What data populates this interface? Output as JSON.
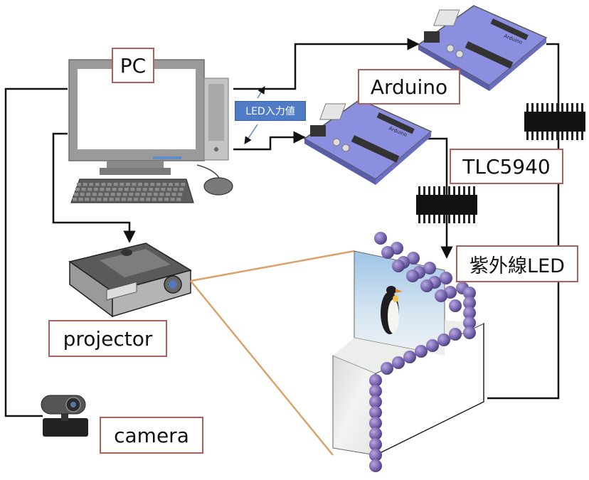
{
  "labels": {
    "pc": "PC",
    "arduino": "Arduino",
    "tlc": "TLC5940",
    "uv_led": "紫外線LED",
    "projector": "projector",
    "camera": "camera",
    "led_input": "LED入力値"
  },
  "board_text": "Arduino",
  "colors": {
    "wire": "#111111",
    "label_border": "#b0605a",
    "led_input_bg": "#4f7cc4",
    "board": "#8b8fe0",
    "led_bead": "#7a68b0",
    "projection_lines": "#d9a36a"
  },
  "icons": [
    "monitor-icon",
    "tower-icon",
    "keyboard-icon",
    "mouse-icon",
    "arduino-board-icon",
    "ic-chip-icon",
    "projector-icon",
    "webcam-icon",
    "penguin-image",
    "led-bead-icon"
  ]
}
